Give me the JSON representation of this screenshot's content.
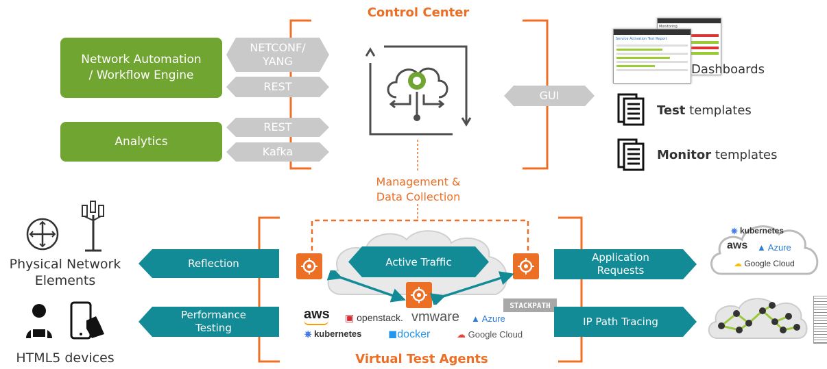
{
  "control_center": {
    "title": "Control Center",
    "left_inputs": [
      {
        "label": "Network Automation / Workflow Engine",
        "protocols": [
          "NETCONF/\nYANG",
          "REST"
        ]
      },
      {
        "label": "Analytics",
        "protocols": [
          "REST",
          "Kafka"
        ]
      }
    ],
    "gui_label": "GUI",
    "outputs": {
      "dashboards": "Dashboards",
      "test_templates_bold": "Test",
      "test_templates_rest": " templates",
      "monitor_templates_bold": "Monitor",
      "monitor_templates_rest": " templates"
    },
    "mini_screens": {
      "report_title": "Service Activation Test Report",
      "monitoring_title": "Monitoring"
    }
  },
  "management": {
    "label": "Management &\nData Collection"
  },
  "virtual_test_agents": {
    "title": "Virtual Test Agents",
    "active_traffic": "Active Traffic",
    "left_functions": [
      "Reflection",
      "Performance\nTesting"
    ],
    "right_functions": [
      "Application\nRequests",
      "IP Path Tracing"
    ],
    "platform_logos": [
      "aws",
      "openstack.",
      "vmware",
      "Azure",
      "kubernetes",
      "docker",
      "Google Cloud"
    ],
    "stackpath": "STACKPATH"
  },
  "left_endpoints": {
    "physical": "Physical Network\nElements",
    "html5": "HTML5 devices"
  },
  "right_endpoints": {
    "cloud_logos": [
      "kubernetes",
      "aws",
      "Azure",
      "Google Cloud"
    ]
  },
  "colors": {
    "orange": "#ec6f26",
    "green": "#71a531",
    "teal": "#128b96",
    "gray": "#c9c9c9"
  }
}
